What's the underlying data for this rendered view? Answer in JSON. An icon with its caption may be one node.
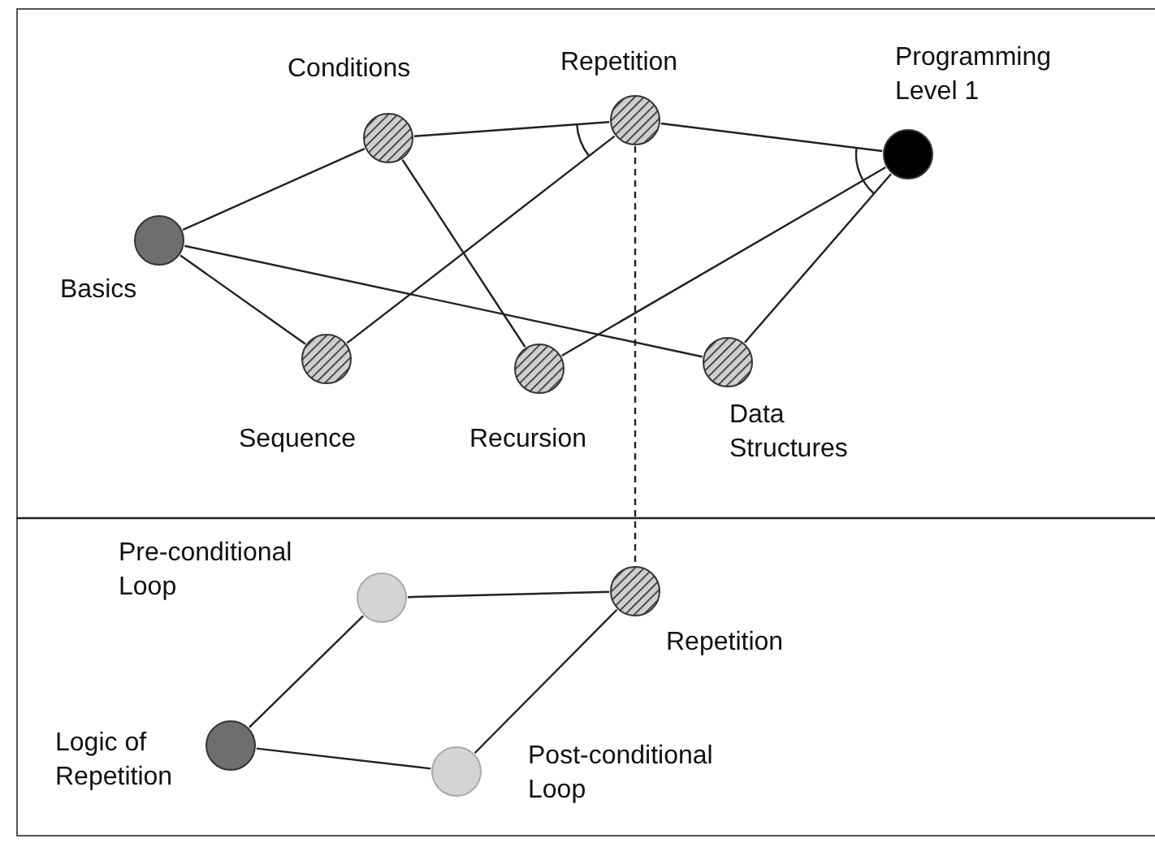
{
  "diagram": {
    "nodes": [
      {
        "text": [
          "Conditions"
        ]
      },
      {
        "text": [
          "Repetition"
        ]
      },
      {
        "text": [
          "Programming Level 1"
        ]
      },
      {
        "text": [
          "Basics"
        ]
      },
      {
        "text": [
          "Sequence"
        ]
      },
      {
        "text": [
          "Recursion"
        ]
      },
      {
        "text": [
          "Data Structures"
        ]
      },
      {
        "text": [
          "Pre-conditional Loop"
        ]
      },
      {
        "text": [
          "Repetition"
        ]
      },
      {
        "text": [
          "Logic of Repetition"
        ]
      },
      {
        "text": [
          "Post-conditional Loop"
        ]
      }
    ],
    "edges": [
      {
        "from": 3,
        "to": 0,
        "arrow": "none"
      },
      {
        "from": 3,
        "to": 4,
        "arrow": "none"
      },
      {
        "from": 3,
        "to": 6,
        "arrow": "none"
      },
      {
        "from": 0,
        "to": 1,
        "arrow": "none"
      },
      {
        "from": 0,
        "to": 5,
        "arrow": "none"
      },
      {
        "from": 4,
        "to": 1,
        "arrow": "none"
      },
      {
        "from": 1,
        "to": 2,
        "arrow": "none"
      },
      {
        "from": 5,
        "to": 2,
        "arrow": "none"
      },
      {
        "from": 6,
        "to": 2,
        "arrow": "none"
      },
      {
        "from": 1,
        "to": 8,
        "arrow": "none",
        "style": "dashed"
      },
      {
        "from": 7,
        "to": 8,
        "arrow": "none"
      },
      {
        "from": 9,
        "to": 7,
        "arrow": "none"
      },
      {
        "from": 9,
        "to": 10,
        "arrow": "none"
      },
      {
        "from": 10,
        "to": 8,
        "arrow": "none"
      }
    ]
  }
}
